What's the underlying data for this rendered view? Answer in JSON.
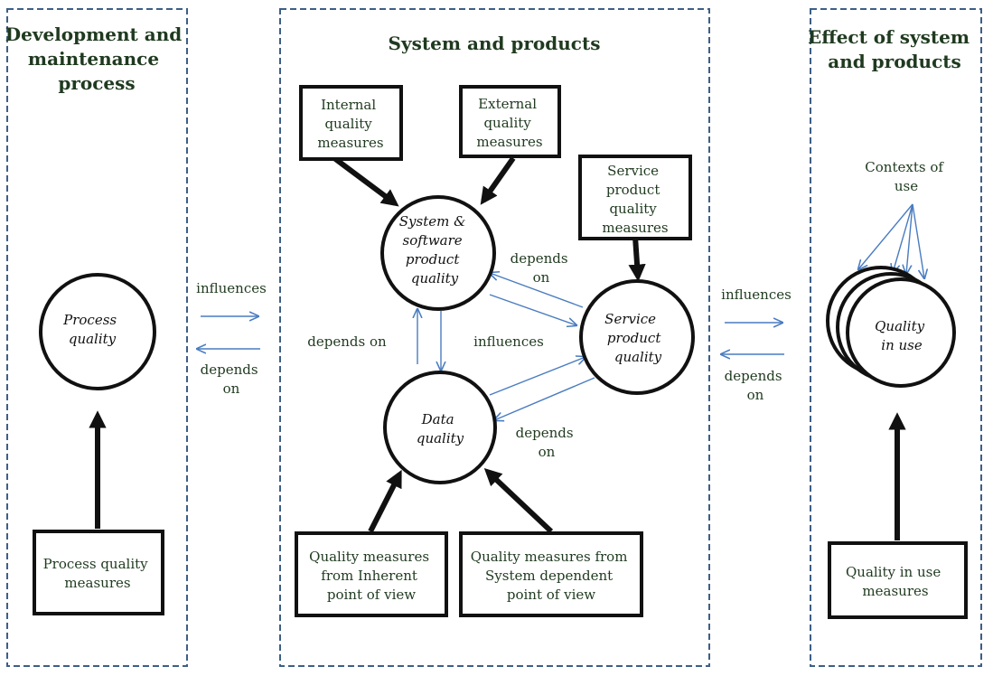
{
  "panels": {
    "left_title": [
      "Development and",
      "maintenance",
      "process"
    ],
    "middle_title": [
      "System and products"
    ],
    "right_title": [
      "Effect of system",
      "and products"
    ]
  },
  "nodes": {
    "process_quality": [
      "Process",
      "quality"
    ],
    "process_measures": [
      "Process quality",
      "measures"
    ],
    "internal_measures": [
      "Internal",
      "quality",
      "measures"
    ],
    "external_measures": [
      "External",
      "quality",
      "measures"
    ],
    "service_measures": [
      "Service",
      "product",
      "quality",
      "measures"
    ],
    "system_software_quality": [
      "System &",
      "software",
      "product",
      "quality"
    ],
    "service_quality": [
      "Service",
      "product",
      "quality"
    ],
    "data_quality": [
      "Data",
      "quality"
    ],
    "inherent_measures": [
      "Quality measures",
      "from Inherent",
      "point of view"
    ],
    "system_dependent_measures": [
      "Quality measures from",
      "System dependent",
      "point of view"
    ],
    "quality_in_use": [
      "Quality",
      "in use"
    ],
    "quality_in_use_measures": [
      "Quality in use",
      "measures"
    ],
    "contexts_of_use": [
      "Contexts of",
      "use"
    ]
  },
  "labels": {
    "influences_left": [
      "influences"
    ],
    "depends_left": [
      "depends",
      "on"
    ],
    "influences_right": [
      "influences"
    ],
    "depends_right": [
      "depends",
      "on"
    ],
    "depends_sys_data": [
      "depends on"
    ],
    "influences_mid": [
      "influences"
    ],
    "depends_svc_sys": [
      "depends",
      "on"
    ],
    "depends_svc_data": [
      "depends",
      "on"
    ]
  },
  "colors": {
    "panel_border": "#3d5f86",
    "thin_arrow": "#4a7cc0",
    "thick_arrow": "#111111",
    "text": "#1f3a1f"
  }
}
